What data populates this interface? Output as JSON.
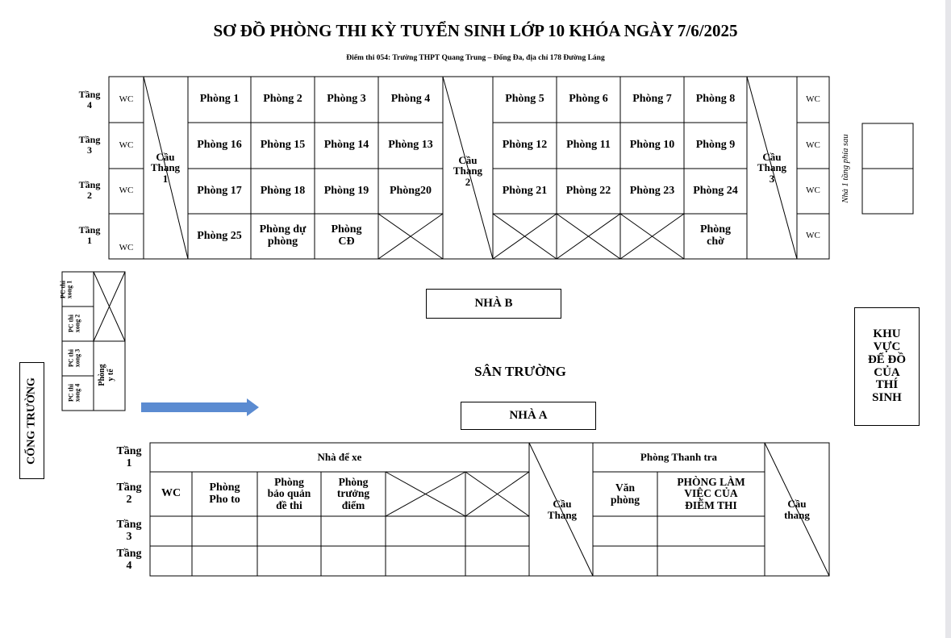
{
  "title": "SƠ ĐỒ PHÒNG THI KỲ TUYỂN SINH LỚP 10 KHÓA NGÀY 7/6/2025",
  "subtitle": "Điểm thi 054: Trường THPT Quang Trung – Đống Đa, địa chỉ 178 Đường Láng",
  "building_b": {
    "label": "NHÀ B",
    "floors": [
      "Tầng\n4",
      "Tầng\n3",
      "Tầng\n2",
      "Tầng\n1"
    ],
    "wc": "WC",
    "stair1": "Cầu\nThang\n1",
    "stair2": "Cầu\nThang\n2",
    "stair3": "Cầu\nThang\n3",
    "floor4_rooms": [
      "Phòng 1",
      "Phòng 2",
      "Phòng 3",
      "Phòng 4",
      "Phòng 5",
      "Phòng 6",
      "Phòng 7",
      "Phòng 8"
    ],
    "floor3_rooms": [
      "Phòng 16",
      "Phòng 15",
      "Phòng 14",
      "Phòng 13",
      "Phòng 12",
      "Phòng 11",
      "Phòng 10",
      "Phòng 9"
    ],
    "floor2_rooms": [
      "Phòng 17",
      "Phòng 18",
      "Phòng 19",
      "Phòng20",
      "Phòng 21",
      "Phòng 22",
      "Phòng 23",
      "Phòng 24"
    ],
    "floor1_rooms": [
      "Phòng 25",
      "Phòng dự\nphòng",
      "Phòng\nCĐ",
      "",
      "",
      "",
      "",
      "Phòng\nchờ"
    ]
  },
  "side_note": "Nhà 1 tầng phía sau",
  "left_block": {
    "pc1": "PC thi\nxong 1",
    "pc2": "PC thi\nxong 2",
    "pc3": "PC thi\nxong 3",
    "pc4": "PC thi\nxong 4",
    "medical": "Phòng\ny tế"
  },
  "gate": "CỔNG TRƯỜNG",
  "yard": "SÂN TRƯỜNG",
  "belongings": "KHU\nVỰC\nĐỂ ĐỒ\nCỦA\nTHÍ\nSINH",
  "building_a": {
    "label": "NHÀ A",
    "floors": [
      "Tầng\n1",
      "Tầng\n2",
      "Tầng\n3",
      "Tầng\n4"
    ],
    "parking": "Nhà để xe",
    "inspection": "Phòng Thanh tra",
    "wc": "WC",
    "photocopy": "Phòng\nPho to",
    "exam_storage": "Phòng\nbảo quản\nđề thi",
    "head_room": "Phòng\ntrưởng\nđiểm",
    "stair_a": "Cầu\nThang",
    "office": "Văn\nphòng",
    "work_room": "PHÒNG LÀM\nVIỆC CỦA\nĐIỂM THI",
    "stair_b": "Cầu\nthang"
  },
  "colors": {
    "arrow": "#5b8bd1",
    "line": "#000000"
  }
}
